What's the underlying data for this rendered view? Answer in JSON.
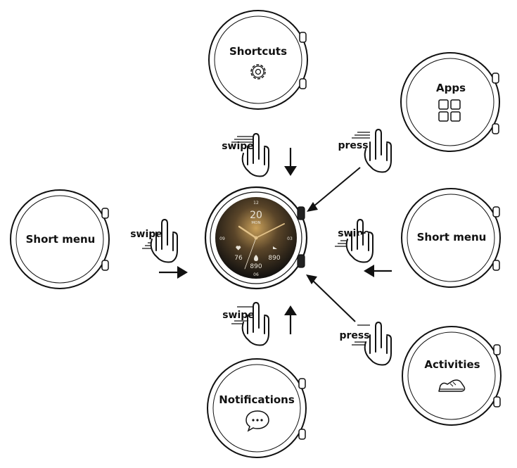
{
  "watches": {
    "shortcuts": {
      "label": "Shortcuts",
      "icon": "gear-icon"
    },
    "apps": {
      "label": "Apps",
      "icon": "grid-icon"
    },
    "short_menu_left": {
      "label": "Short menu"
    },
    "short_menu_right": {
      "label": "Short menu"
    },
    "notifications": {
      "label": "Notifications",
      "icon": "chat-bubble-icon"
    },
    "activities": {
      "label": "Activities",
      "icon": "shoe-icon"
    }
  },
  "gestures": {
    "swipe_down": {
      "label": "swipe",
      "arrow": "down"
    },
    "swipe_right": {
      "label": "swipe",
      "arrow": "right"
    },
    "swipe_left": {
      "label": "swipe",
      "arrow": "left"
    },
    "swipe_up": {
      "label": "swipe",
      "arrow": "up"
    },
    "press_top": {
      "label": "press"
    },
    "press_bottom": {
      "label": "press"
    }
  },
  "watch_face": {
    "date_number": "20",
    "day": "MON",
    "tick_12": "12",
    "tick_3": "03",
    "tick_6": "06",
    "tick_9": "09",
    "heart_value": "76",
    "steps_value": "890",
    "calories_value": "890"
  },
  "colors": {
    "line": "#111111",
    "face_dark": "#1b1814",
    "face_glow": "#c9a05a"
  }
}
